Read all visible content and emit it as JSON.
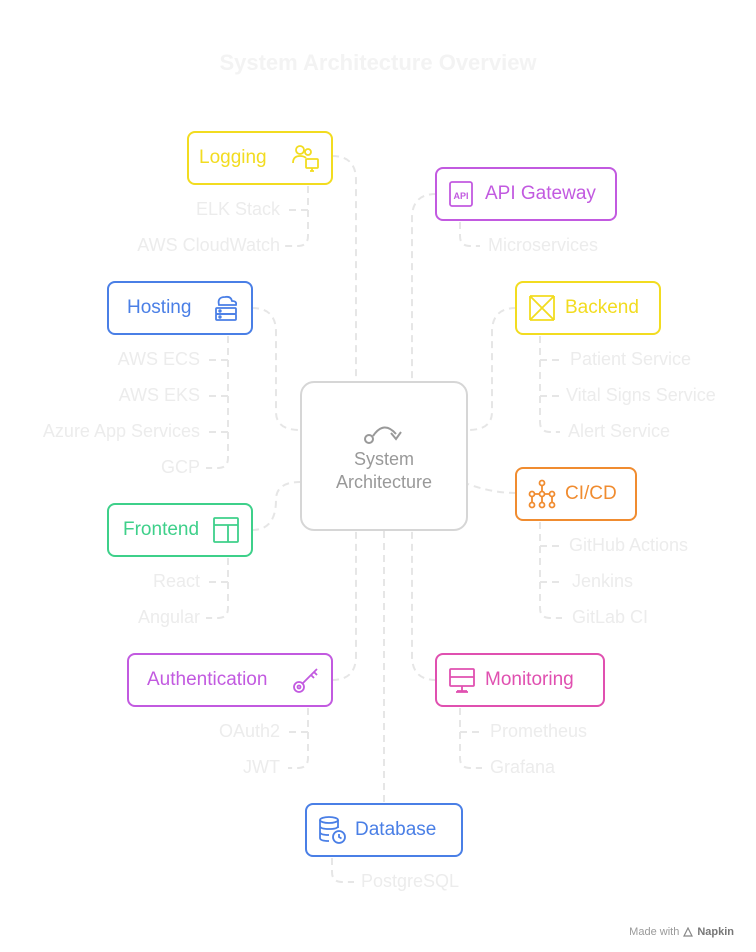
{
  "title": "System Architecture Overview",
  "center": {
    "line1": "System",
    "line2": "Architecture",
    "icon": "refresh-arrow-icon"
  },
  "nodes": {
    "logging": {
      "label": "Logging",
      "color": "#f2dc20",
      "icon": "users-monitor-icon",
      "items": [
        "ELK Stack",
        "AWS CloudWatch"
      ]
    },
    "api": {
      "label": "API Gateway",
      "color": "#c25ae0",
      "icon": "api-icon",
      "items": [
        "Microservices"
      ]
    },
    "hosting": {
      "label": "Hosting",
      "color": "#4a7fe6",
      "icon": "server-cloud-icon",
      "items": [
        "AWS ECS",
        "AWS EKS",
        "Azure App Services",
        "GCP"
      ]
    },
    "backend": {
      "label": "Backend",
      "color": "#f2dc20",
      "icon": "bowtie-icon",
      "items": [
        "Patient Service",
        "Vital Signs Service",
        "Alert Service"
      ]
    },
    "cicd": {
      "label": "CI/CD",
      "color": "#f08c30",
      "icon": "pipeline-icon",
      "items": [
        "GitHub Actions",
        "Jenkins",
        "GitLab CI"
      ]
    },
    "frontend": {
      "label": "Frontend",
      "color": "#3ed08a",
      "icon": "layout-icon",
      "items": [
        "React",
        "Angular"
      ]
    },
    "auth": {
      "label": "Authentication",
      "color": "#c25ae0",
      "icon": "key-icon",
      "items": [
        "OAuth2",
        "JWT"
      ]
    },
    "monitoring": {
      "label": "Monitoring",
      "color": "#e050b0",
      "icon": "monitor-icon",
      "items": [
        "Prometheus",
        "Grafana"
      ]
    },
    "database": {
      "label": "Database",
      "color": "#4a7fe6",
      "icon": "database-clock-icon",
      "items": [
        "PostgreSQL"
      ]
    }
  },
  "footer": {
    "made": "Made with",
    "brand": "Napkin"
  }
}
